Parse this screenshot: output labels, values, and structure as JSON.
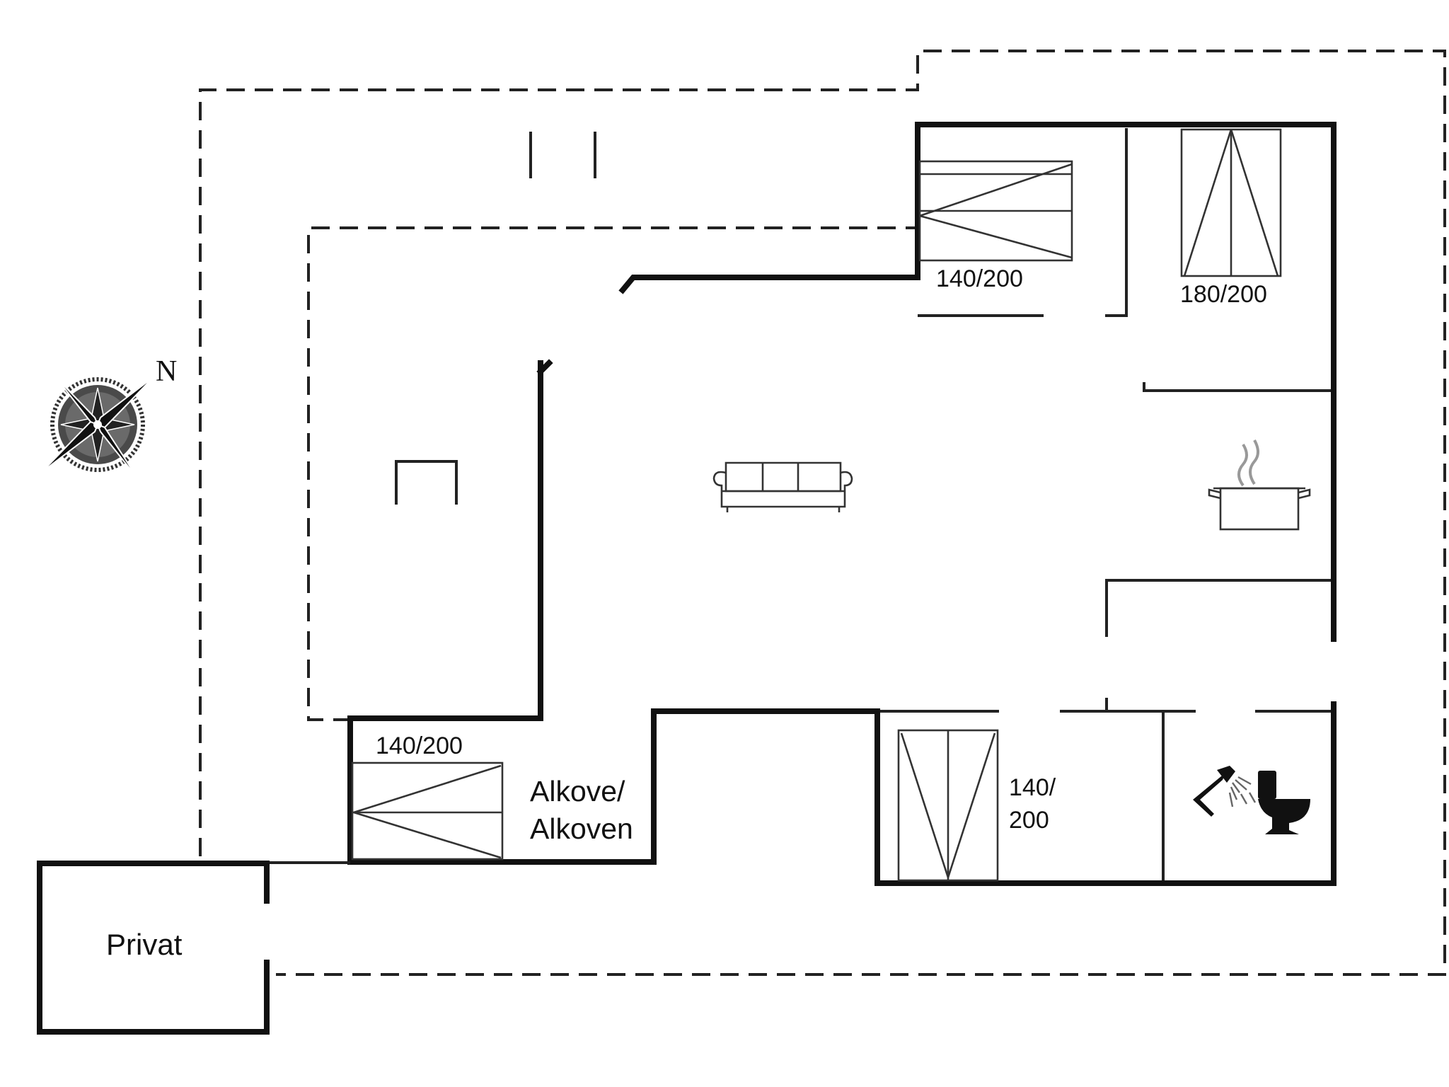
{
  "plan": {
    "compass_letter": "N",
    "rooms": {
      "privat": "Privat",
      "alcove_line1": "Alkove/",
      "alcove_line2": "Alkoven"
    },
    "bed_sizes": {
      "bed_top_left": "140/200",
      "bed_top_right": "180/200",
      "bed_alcove": "140/200",
      "bed_bottom_line1": "140/",
      "bed_bottom_line2": "200"
    },
    "icons": [
      "compass-rose-icon",
      "sofa-icon",
      "cooking-pot-icon",
      "shower-icon",
      "toilet-icon"
    ]
  }
}
